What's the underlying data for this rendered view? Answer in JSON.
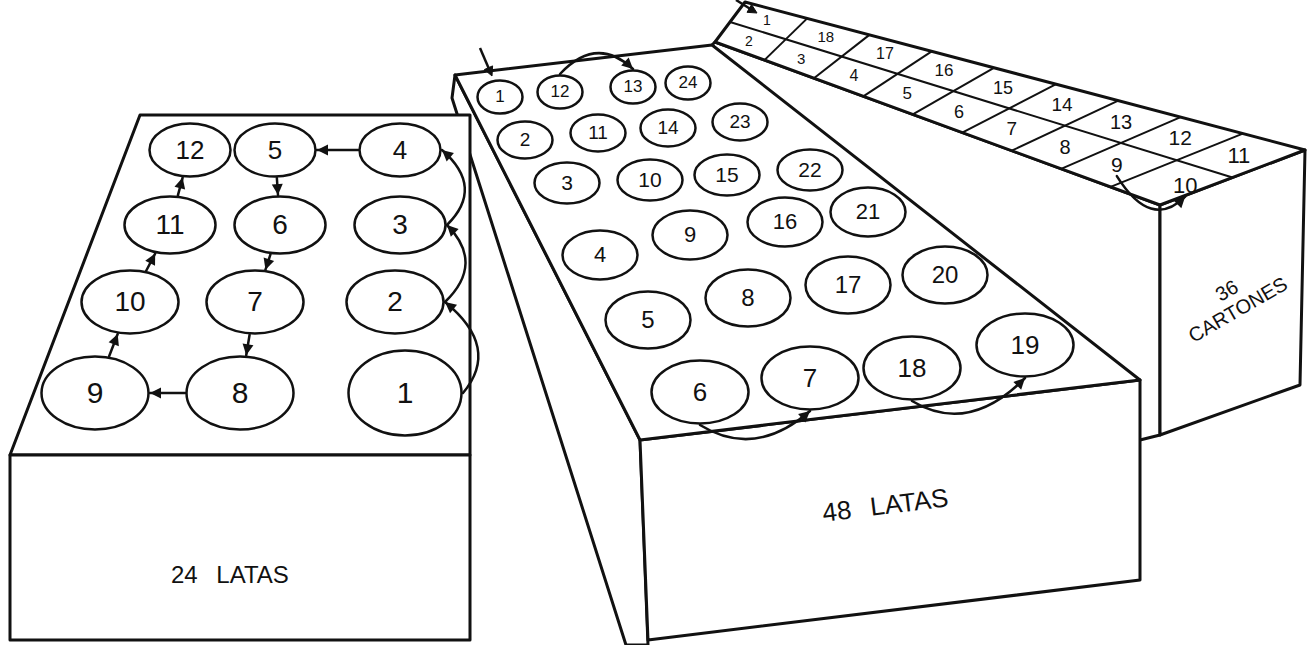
{
  "diagram": {
    "nodes": [
      {
        "text": [
          "24 LATAS"
        ]
      },
      {
        "text": [
          "1"
        ],
        "in": 0
      },
      {
        "text": [
          "2"
        ],
        "in": 0
      },
      {
        "text": [
          "3"
        ],
        "in": 0
      },
      {
        "text": [
          "4"
        ],
        "in": 0
      },
      {
        "text": [
          "5"
        ],
        "in": 0
      },
      {
        "text": [
          "6"
        ],
        "in": 0
      },
      {
        "text": [
          "7"
        ],
        "in": 0
      },
      {
        "text": [
          "8"
        ],
        "in": 0
      },
      {
        "text": [
          "9"
        ],
        "in": 0
      },
      {
        "text": [
          "10"
        ],
        "in": 0
      },
      {
        "text": [
          "11"
        ],
        "in": 0
      },
      {
        "text": [
          "12"
        ],
        "in": 0
      },
      {
        "text": [
          "48 LATAS"
        ]
      },
      {
        "text": [
          "1"
        ],
        "in": 13
      },
      {
        "text": [
          "2"
        ],
        "in": 13
      },
      {
        "text": [
          "3"
        ],
        "in": 13
      },
      {
        "text": [
          "4"
        ],
        "in": 13
      },
      {
        "text": [
          "5"
        ],
        "in": 13
      },
      {
        "text": [
          "6"
        ],
        "in": 13
      },
      {
        "text": [
          "7"
        ],
        "in": 13
      },
      {
        "text": [
          "8"
        ],
        "in": 13
      },
      {
        "text": [
          "9"
        ],
        "in": 13
      },
      {
        "text": [
          "10"
        ],
        "in": 13
      },
      {
        "text": [
          "11"
        ],
        "in": 13
      },
      {
        "text": [
          "12"
        ],
        "in": 13
      },
      {
        "text": [
          "13"
        ],
        "in": 13
      },
      {
        "text": [
          "14"
        ],
        "in": 13
      },
      {
        "text": [
          "15"
        ],
        "in": 13
      },
      {
        "text": [
          "16"
        ],
        "in": 13
      },
      {
        "text": [
          "17"
        ],
        "in": 13
      },
      {
        "text": [
          "18"
        ],
        "in": 13
      },
      {
        "text": [
          "19"
        ],
        "in": 13
      },
      {
        "text": [
          "20"
        ],
        "in": 13
      },
      {
        "text": [
          "21"
        ],
        "in": 13
      },
      {
        "text": [
          "22"
        ],
        "in": 13
      },
      {
        "text": [
          "23"
        ],
        "in": 13
      },
      {
        "text": [
          "24"
        ],
        "in": 13
      },
      {
        "text": [
          "36 CARTONES"
        ]
      },
      {
        "text": [
          "1"
        ],
        "in": 38
      },
      {
        "text": [
          "2"
        ],
        "in": 38
      },
      {
        "text": [
          "3"
        ],
        "in": 38
      },
      {
        "text": [
          "4"
        ],
        "in": 38
      },
      {
        "text": [
          "5"
        ],
        "in": 38
      },
      {
        "text": [
          "6"
        ],
        "in": 38
      },
      {
        "text": [
          "7"
        ],
        "in": 38
      },
      {
        "text": [
          "8"
        ],
        "in": 38
      },
      {
        "text": [
          "9"
        ],
        "in": 38
      },
      {
        "text": [
          "10"
        ],
        "in": 38
      },
      {
        "text": [
          "11"
        ],
        "in": 38
      },
      {
        "text": [
          "12"
        ],
        "in": 38
      },
      {
        "text": [
          "13"
        ],
        "in": 38
      },
      {
        "text": [
          "14"
        ],
        "in": 38
      },
      {
        "text": [
          "15"
        ],
        "in": 38
      },
      {
        "text": [
          "16"
        ],
        "in": 38
      },
      {
        "text": [
          "17"
        ],
        "in": 38
      },
      {
        "text": [
          "18"
        ],
        "in": 38
      }
    ],
    "edges": [
      {
        "from": 1,
        "to": 2,
        "arrow": "to"
      },
      {
        "from": 2,
        "to": 3,
        "arrow": "to"
      },
      {
        "from": 3,
        "to": 4,
        "arrow": "to"
      },
      {
        "from": 4,
        "to": 5,
        "arrow": "to"
      },
      {
        "from": 5,
        "to": 6,
        "arrow": "to"
      },
      {
        "from": 6,
        "to": 7,
        "arrow": "to"
      },
      {
        "from": 7,
        "to": 8,
        "arrow": "to"
      },
      {
        "from": 8,
        "to": 9,
        "arrow": "to"
      },
      {
        "from": 9,
        "to": 10,
        "arrow": "to"
      },
      {
        "from": 10,
        "to": 11,
        "arrow": "to"
      },
      {
        "from": 11,
        "to": 12,
        "arrow": "to"
      },
      {
        "from": 25,
        "to": 26,
        "arrow": "to"
      },
      {
        "from": 19,
        "to": 20,
        "arrow": "to"
      },
      {
        "from": 31,
        "to": 32,
        "arrow": "to"
      },
      {
        "from": 47,
        "to": 48,
        "arrow": "to"
      }
    ]
  }
}
